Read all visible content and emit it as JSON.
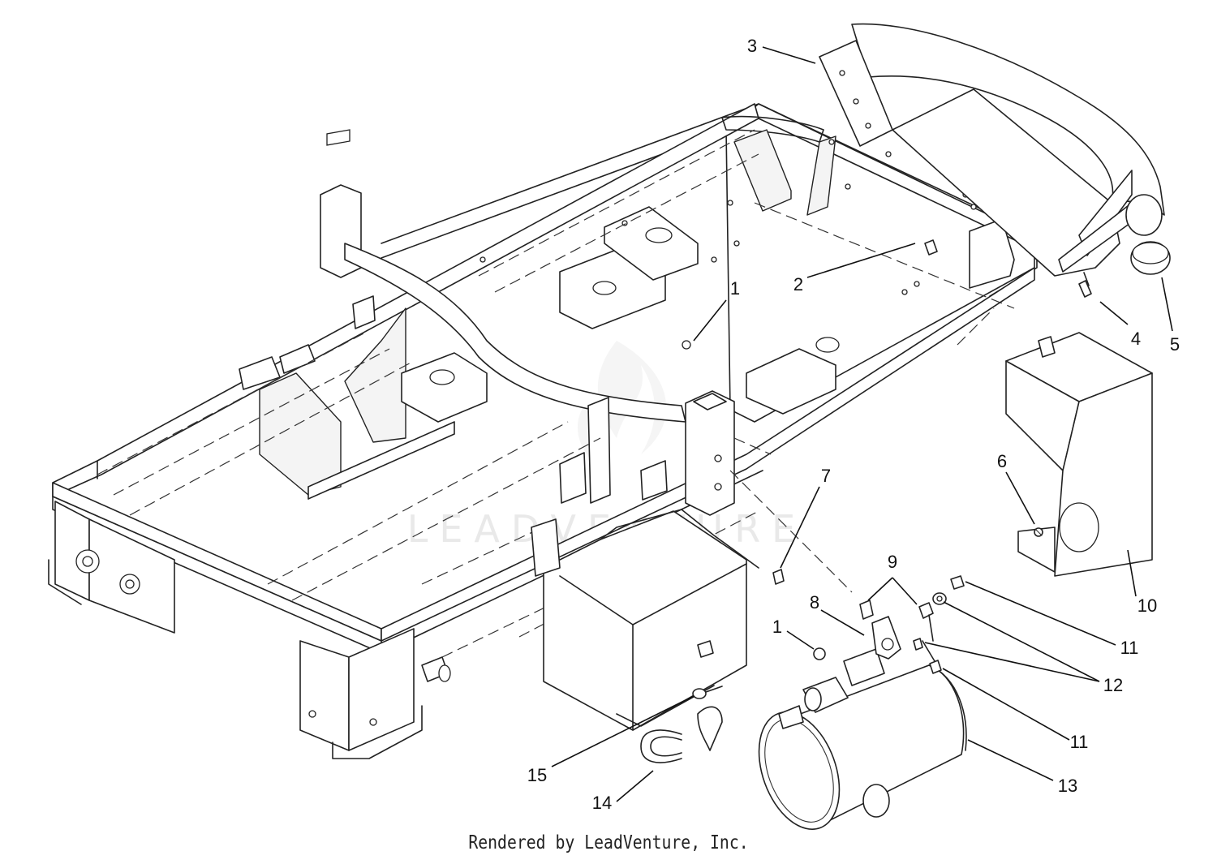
{
  "watermark": {
    "text": "LEADVENTURE"
  },
  "footer": {
    "credit": "Rendered by LeadVenture, Inc."
  },
  "callouts": [
    {
      "id": "c1a",
      "label": "1"
    },
    {
      "id": "c2",
      "label": "2"
    },
    {
      "id": "c3",
      "label": "3"
    },
    {
      "id": "c4",
      "label": "4"
    },
    {
      "id": "c5",
      "label": "5"
    },
    {
      "id": "c6",
      "label": "6"
    },
    {
      "id": "c7",
      "label": "7"
    },
    {
      "id": "c8",
      "label": "8"
    },
    {
      "id": "c9",
      "label": "9"
    },
    {
      "id": "c10",
      "label": "10"
    },
    {
      "id": "c11a",
      "label": "11"
    },
    {
      "id": "c12",
      "label": "12"
    },
    {
      "id": "c1b",
      "label": "1"
    },
    {
      "id": "c11b",
      "label": "11"
    },
    {
      "id": "c13",
      "label": "13"
    },
    {
      "id": "c14",
      "label": "14"
    },
    {
      "id": "c15",
      "label": "15"
    }
  ]
}
